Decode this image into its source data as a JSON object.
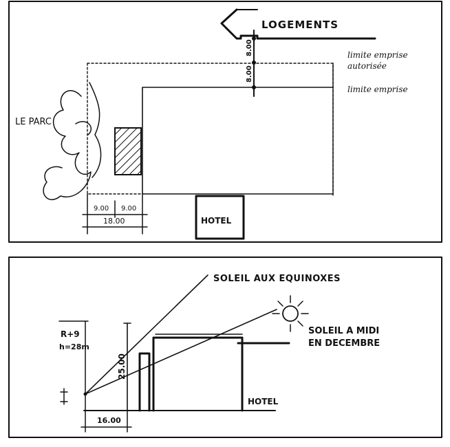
{
  "plan": {
    "label_logements": "LOGEMENTS",
    "dim_top_1": "8.00",
    "dim_top_2": "8.00",
    "note_limite_autorisee_1": "limite emprise",
    "note_limite_autorisee_2": "autorisée",
    "note_limite_emprise": "limite emprise",
    "label_le_parc": "LE PARC",
    "dim_bottom_1": "9.00",
    "dim_bottom_2": "9.00",
    "dim_bottom_total": "18.00",
    "label_hotel": "HOTEL"
  },
  "section": {
    "label_soleil_equinoxes": "SOLEIL AUX EQUINOXES",
    "label_soleil_decembre_1": "SOLEIL A MIDI",
    "label_soleil_decembre_2": "EN DECEMBRE",
    "label_r9": "R+9",
    "label_height": "h=28m",
    "dim_vertical": "25.00",
    "dim_horizontal": "16.00",
    "label_hotel": "HOTEL"
  }
}
